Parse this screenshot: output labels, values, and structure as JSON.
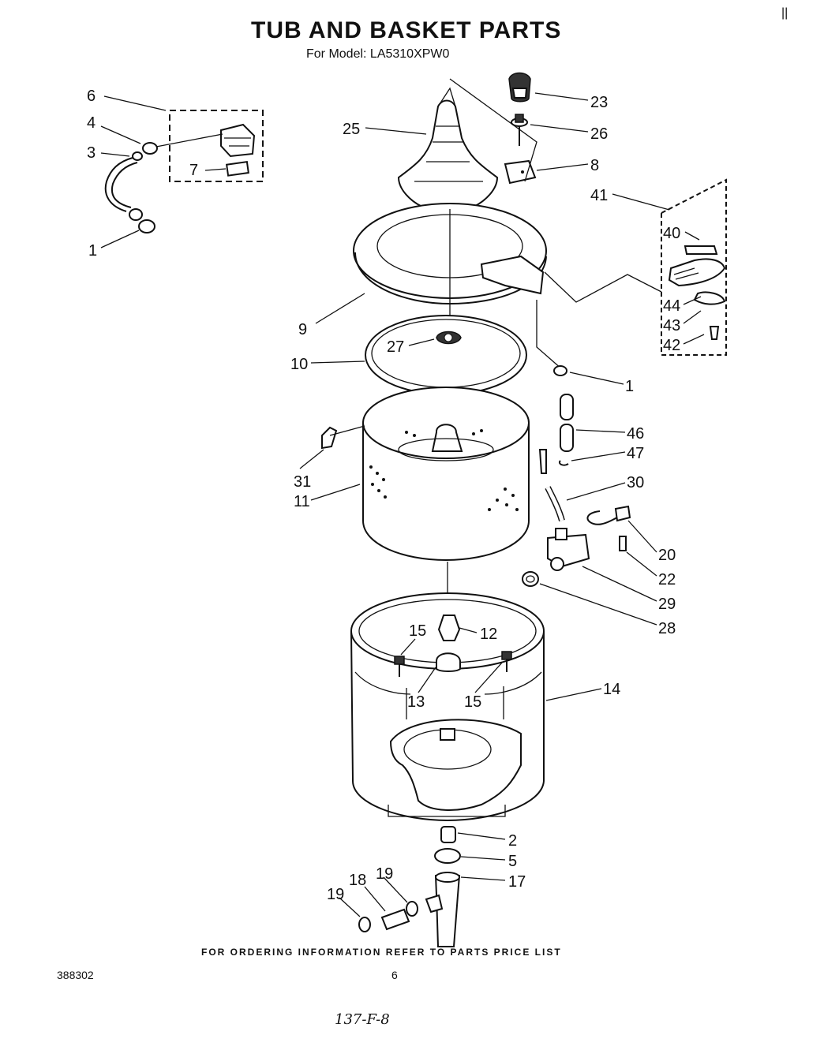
{
  "header": {
    "title": "TUB AND BASKET PARTS",
    "subtitle": "For Model: LA5310XPW0"
  },
  "footer": {
    "ordering_note": "FOR ORDERING INFORMATION REFER TO PARTS PRICE LIST",
    "document_number": "388302",
    "page_number": "6",
    "handwritten_note": "137-F-8"
  },
  "corner_mark": "||",
  "callouts": {
    "c6": "6",
    "c4": "4",
    "c3": "3",
    "c7": "7",
    "c1a": "1",
    "c25": "25",
    "c23": "23",
    "c26": "26",
    "c8": "8",
    "c41": "41",
    "c40": "40",
    "c44": "44",
    "c43": "43",
    "c42": "42",
    "c9": "9",
    "c27": "27",
    "c10": "10",
    "c1b": "1",
    "c46": "46",
    "c47": "47",
    "c31": "31",
    "c11": "11",
    "c30": "30",
    "c20": "20",
    "c22": "22",
    "c29": "29",
    "c28": "28",
    "c15a": "15",
    "c12": "12",
    "c13": "13",
    "c15b": "15",
    "c14": "14",
    "c2": "2",
    "c5": "5",
    "c17": "17",
    "c19a": "19",
    "c18": "18",
    "c19b": "19"
  }
}
